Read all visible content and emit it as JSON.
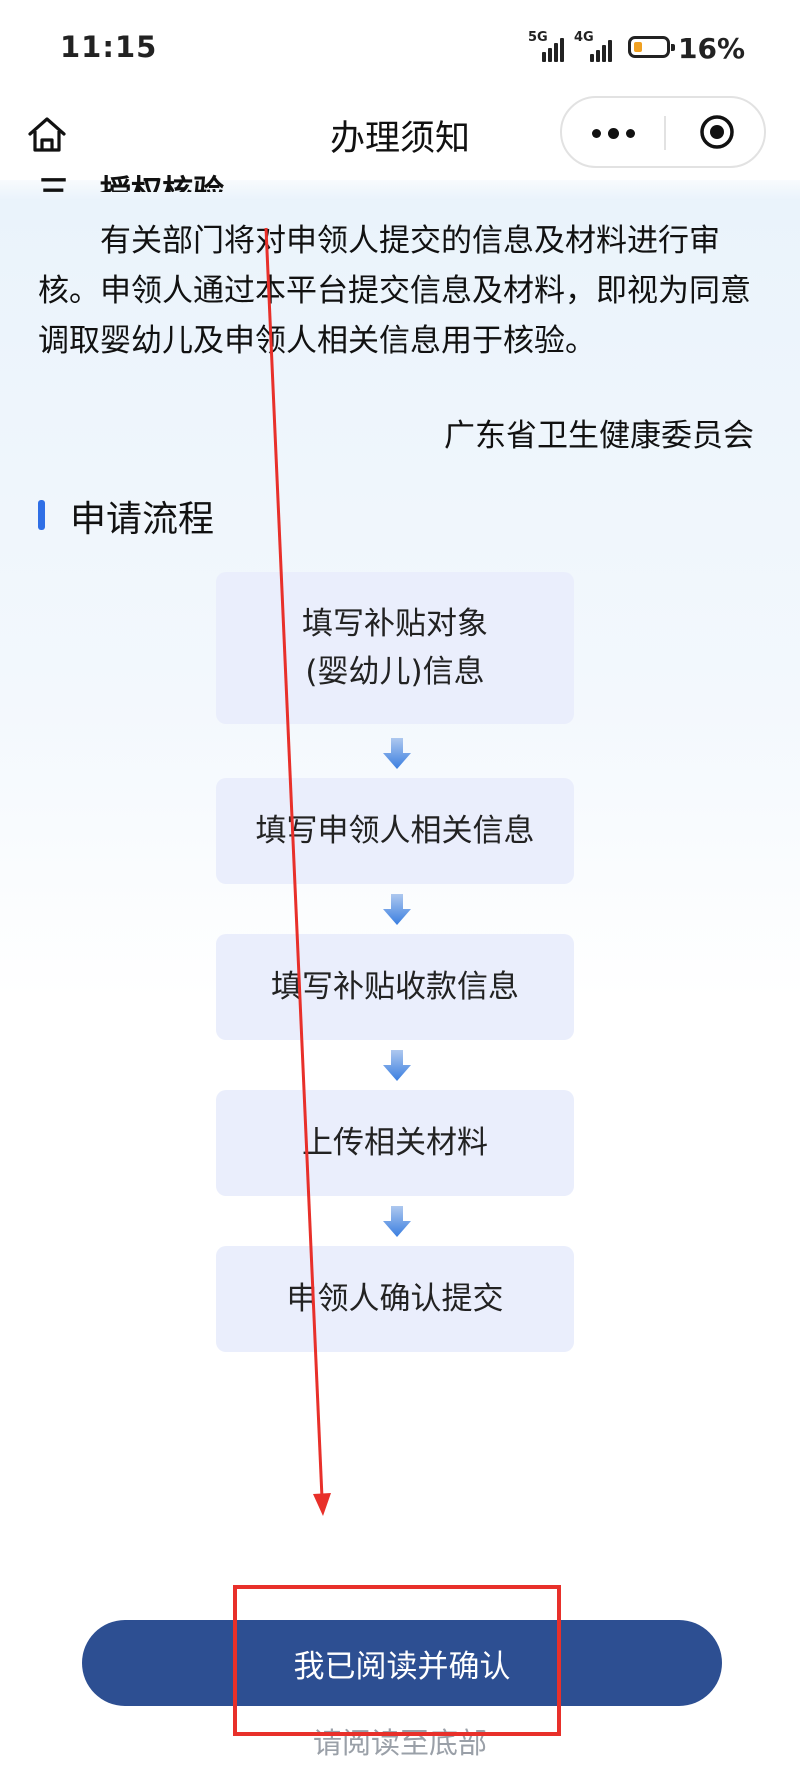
{
  "status_bar": {
    "time": "11:15",
    "net1": "5G",
    "net2": "4G",
    "battery_percent": "16%",
    "battery_level": 0.16
  },
  "nav": {
    "title": "办理须知",
    "home_icon": "home-icon",
    "more_icon": "more-icon",
    "close_icon": "target-icon"
  },
  "content": {
    "section3_heading": "三、授权核验",
    "section3_paragraph": "有关部门将对申领人提交的信息及材料进行审核。申领人通过本平台提交信息及材料，即视为同意调取婴幼儿及申领人相关信息用于核验。",
    "signature": "广东省卫生健康委员会",
    "flow_title": "申请流程",
    "steps": [
      {
        "line1": "填写补贴对象",
        "line2": "(婴幼儿)信息"
      },
      {
        "line1": "填写申领人相关信息"
      },
      {
        "line1": "填写补贴收款信息"
      },
      {
        "line1": "上传相关材料"
      },
      {
        "line1": "申领人确认提交"
      }
    ]
  },
  "footer": {
    "confirm_label": "我已阅读并确认",
    "hint": "请阅读至底部"
  },
  "colors": {
    "accent": "#2f6fe6",
    "button": "#2d4f92",
    "step_bg": "#eaeefc",
    "annotation": "#e8302a"
  }
}
